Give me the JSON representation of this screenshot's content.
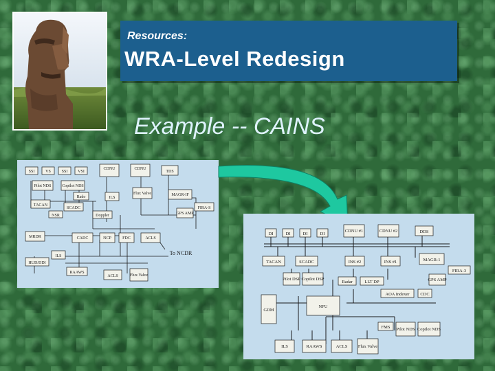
{
  "header": {
    "kicker": "Resources:",
    "title": "WRA-Level Redesign",
    "subtitle": "Example -- CAINS"
  },
  "colors": {
    "title_box": "#1c5f8e",
    "diagram_bg": "#c4dced",
    "arrow": "#1ec8a0",
    "block_fill": "#f2f2ea",
    "block_stroke": "#1a1a1a"
  },
  "left_diagram": {
    "blocks": [
      {
        "id": "l_ssi1",
        "label": "SSI"
      },
      {
        "id": "l_vs",
        "label": "VS"
      },
      {
        "id": "l_ssi2",
        "label": "SSI"
      },
      {
        "id": "l_vsi",
        "label": "VSI"
      },
      {
        "id": "l_cdnu",
        "label": "CDNU"
      },
      {
        "id": "l_cdnu2",
        "label": "CDNU"
      },
      {
        "id": "l_tds",
        "label": "TDS"
      },
      {
        "id": "l_pilot",
        "label": "Pilot NDS"
      },
      {
        "id": "l_copilot",
        "label": "Copilot NDS"
      },
      {
        "id": "l_rado",
        "label": "Rado"
      },
      {
        "id": "l_ils",
        "label": "ILS"
      },
      {
        "id": "l_flux",
        "label": "Flux Valve"
      },
      {
        "id": "l_magr",
        "label": "MAGR-IF"
      },
      {
        "id": "l_tacan",
        "label": "TACAN"
      },
      {
        "id": "l_scadc",
        "label": "SCADC"
      },
      {
        "id": "l_fira",
        "label": "FIRA-S"
      },
      {
        "id": "l_gps",
        "label": "GPS AMP"
      },
      {
        "id": "l_doppler",
        "label": "Doppler"
      },
      {
        "id": "l_nsr",
        "label": "NSR"
      },
      {
        "id": "l_mrdr",
        "label": "MRDR"
      },
      {
        "id": "l_cadc",
        "label": "CADC"
      },
      {
        "id": "l_ncp",
        "label": "NCP"
      },
      {
        "id": "l_fdc",
        "label": "FDC"
      },
      {
        "id": "l_acls",
        "label": "ACLS"
      },
      {
        "id": "l_ils2",
        "label": "ILS"
      },
      {
        "id": "l_hudr",
        "label": "HUD/DDI"
      },
      {
        "id": "l_raaws",
        "label": "RAAWS"
      },
      {
        "id": "l_acls2",
        "label": "ACLS"
      },
      {
        "id": "l_flux2",
        "label": "Flux Valve"
      }
    ],
    "note": "To NCDR"
  },
  "right_diagram": {
    "blocks": [
      {
        "id": "r_d1",
        "label": "DI"
      },
      {
        "id": "r_d2",
        "label": "DI"
      },
      {
        "id": "r_d3",
        "label": "DI"
      },
      {
        "id": "r_d4",
        "label": "DI"
      },
      {
        "id": "r_cdnu1",
        "label": "CDNU #1"
      },
      {
        "id": "r_cdnu2",
        "label": "CDNU #2"
      },
      {
        "id": "r_dds",
        "label": "DDS"
      },
      {
        "id": "r_tacan",
        "label": "TACAN"
      },
      {
        "id": "r_scadc",
        "label": "SCADC"
      },
      {
        "id": "r_ins2",
        "label": "INS #2"
      },
      {
        "id": "r_ins1",
        "label": "INS #1"
      },
      {
        "id": "r_magr",
        "label": "MAGR-1"
      },
      {
        "id": "r_pilotdsp",
        "label": "Pilot DSP"
      },
      {
        "id": "r_copilotdsp",
        "label": "Copilot DSP"
      },
      {
        "id": "r_radar",
        "label": "Radar"
      },
      {
        "id": "r_lltdp",
        "label": "LLT DP"
      },
      {
        "id": "r_gps",
        "label": "GPS AMP"
      },
      {
        "id": "r_fira",
        "label": "FIRA-3"
      },
      {
        "id": "r_aoa",
        "label": "AOA Indexer"
      },
      {
        "id": "r_cdc",
        "label": "CDC"
      },
      {
        "id": "r_gdm",
        "label": "GDM"
      },
      {
        "id": "r_nfu",
        "label": "NFU"
      },
      {
        "id": "r_fms",
        "label": "FMS"
      },
      {
        "id": "r_pilotnds",
        "label": "Pilot NDS"
      },
      {
        "id": "r_copilotnds",
        "label": "Copilot NDS"
      },
      {
        "id": "r_ils",
        "label": "ILS"
      },
      {
        "id": "r_raaws",
        "label": "RAAWS"
      },
      {
        "id": "r_acls",
        "label": "ACLS"
      },
      {
        "id": "r_flux",
        "label": "Flux Valve"
      }
    ]
  }
}
